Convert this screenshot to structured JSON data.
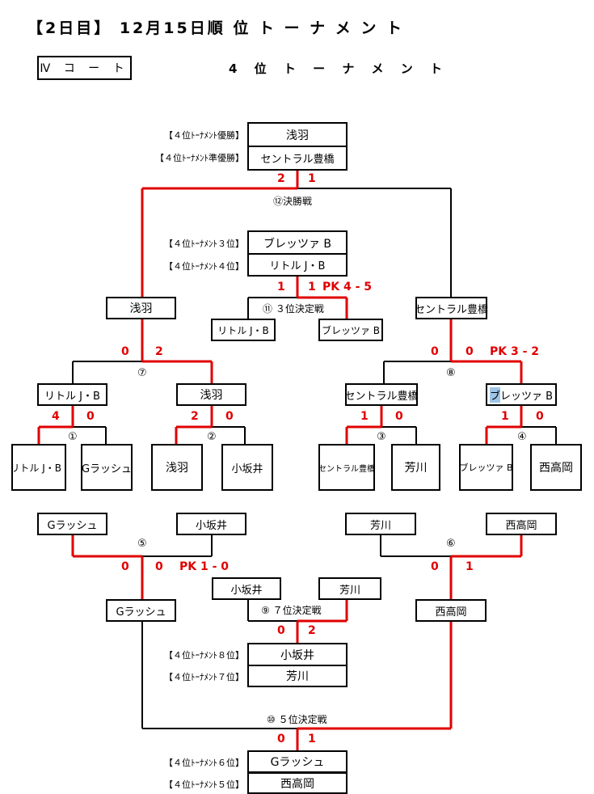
{
  "header": {
    "title": "【2日目】 12月15日順 位 ト ー ナ メ ン ト",
    "court": "Ⅳ コ ー ト",
    "subtitle": "4 位 ト ー ナ メ ン ト"
  },
  "ranking": {
    "r1_label": "【４位ﾄｰﾅﾒﾝﾄ優勝】",
    "r1_team": "浅羽",
    "r2_label": "【４位ﾄｰﾅﾒﾝﾄ準優勝】",
    "r2_team": "セントラル豊橋",
    "r3_label": "【４位ﾄｰﾅﾒﾝﾄ３位】",
    "r3_team": "ブレッツァ B",
    "r4_label": "【４位ﾄｰﾅﾒﾝﾄ４位】",
    "r4_team": "リトル J・B",
    "r8_label": "【４位ﾄｰﾅﾒﾝﾄ８位】",
    "r8_team": "小坂井",
    "r7_label": "【４位ﾄｰﾅﾒﾝﾄ７位】",
    "r7_team": "芳川",
    "r6_label": "【４位ﾄｰﾅﾒﾝﾄ６位】",
    "r6_team": "Gラッシュ",
    "r5_label": "【４位ﾄｰﾅﾒﾝﾄ５位】",
    "r5_team": "西高岡"
  },
  "match_labels": {
    "final": "⑫決勝戦",
    "third": "⑪ ３位決定戦",
    "seventh": "⑨ ７位決定戦",
    "fifth": "⑩ ５位決定戦",
    "m1": "①",
    "m2": "②",
    "m3": "③",
    "m4": "④",
    "m5": "⑤",
    "m6": "⑥",
    "m7": "⑦",
    "m8": "⑧"
  },
  "teams": {
    "t1": "リトル J・B",
    "t2": "Gラッシュ",
    "t3": "浅羽",
    "t4": "小坂井",
    "t5": "セントラル豊橋",
    "t6": "芳川",
    "t7": "ブレッツァ B",
    "t8": "西高岡",
    "w1": "リトル J・B",
    "w2": "浅羽",
    "w3": "セントラル豊橋",
    "w4_a": "ブ",
    "w4_b": "レッツァ B",
    "w7": "浅羽",
    "w8": "セントラル豊橋",
    "l3_left": "リトル J・B",
    "l3_right": "ブレッツァ B",
    "l1": "Gラッシュ",
    "l2": "小坂井",
    "l3": "芳川",
    "l4": "西高岡",
    "w5": "Gラッシュ",
    "w6": "西高岡",
    "l7_left": "小坂井",
    "l7_right": "芳川"
  },
  "scores": {
    "m1_l": "4",
    "m1_r": "0",
    "m2_l": "2",
    "m2_r": "0",
    "m3_l": "1",
    "m3_r": "0",
    "m4_l": "1",
    "m4_r": "0",
    "m7_l": "0",
    "m7_r": "2",
    "m8_l": "0",
    "m8_r": "0",
    "m8_pk": "PK 3 - 2",
    "m11_l": "1",
    "m11_r": "1",
    "m11_pk": "PK 4 - 5",
    "m12_l": "2",
    "m12_r": "1",
    "m5_l": "0",
    "m5_r": "0",
    "m5_pk": "PK 1 - 0",
    "m6_l": "0",
    "m6_r": "1",
    "m9_l": "0",
    "m9_r": "2",
    "m10_l": "0",
    "m10_r": "1"
  },
  "colors": {
    "winner_line": "#e00000",
    "loser_line": "#000000",
    "score": "#e00000"
  }
}
